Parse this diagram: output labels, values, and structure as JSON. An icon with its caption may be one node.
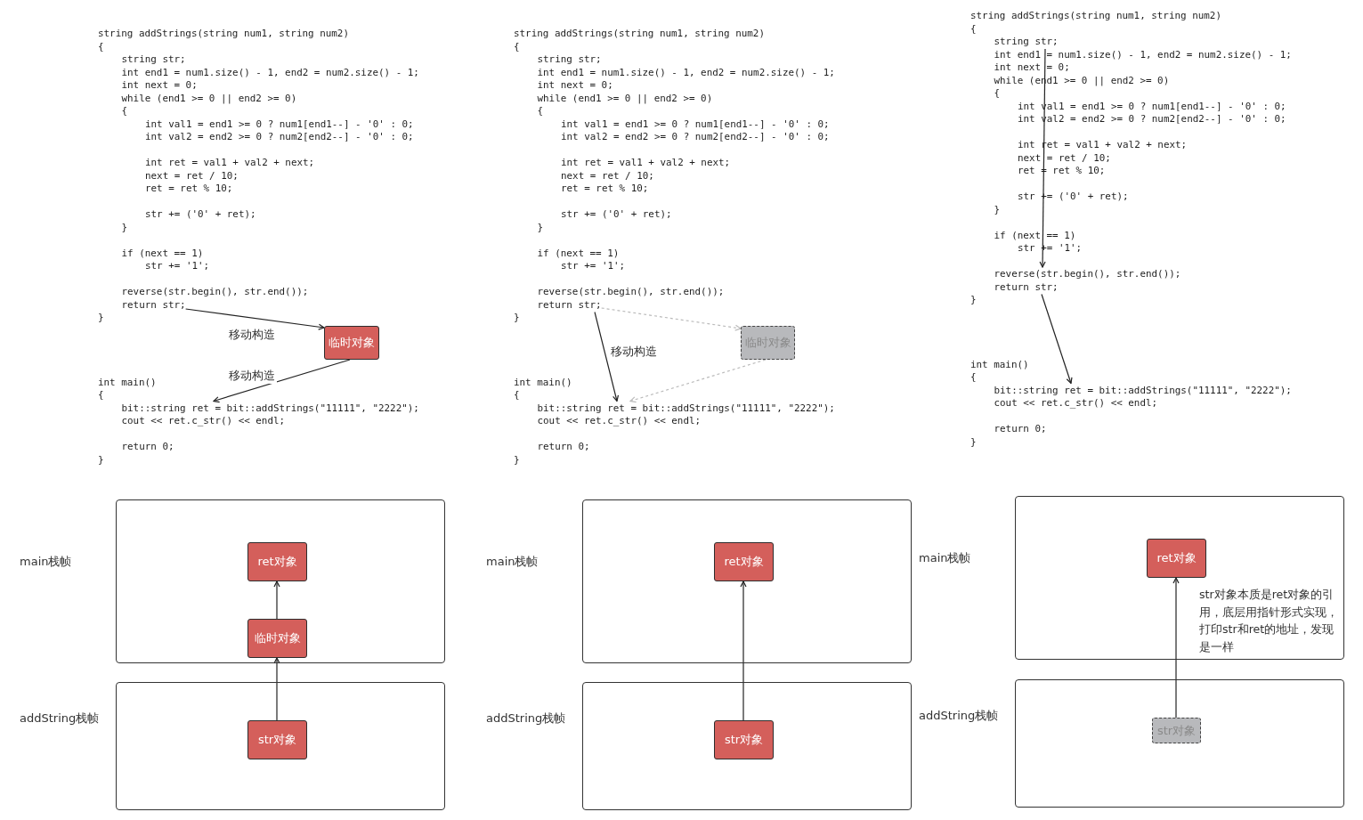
{
  "diagram": {
    "nodes": [
      {
        "text": [
          "return str;"
        ]
      },
      {
        "text": [
          "临时对象"
        ]
      },
      {
        "text": [
          "bit::string ret = bit::addStrings(\"11111\", \"2222\");"
        ]
      },
      {
        "text": [
          "return str;"
        ]
      },
      {
        "text": [
          "临时对象"
        ]
      },
      {
        "text": [
          "bit::string ret = bit::addStrings(\"11111\", \"2222\");"
        ]
      },
      {
        "text": [
          "string str;"
        ]
      },
      {
        "text": [
          "reverse(str.begin(), str.end());"
        ]
      },
      {
        "text": [
          "return str;"
        ]
      },
      {
        "text": [
          "bit::string ret = bit::addStrings(\"11111\", \"2222\");"
        ]
      },
      {
        "text": [],
        "shape": "box",
        "beside": [
          "main栈帧"
        ]
      },
      {
        "text": [],
        "shape": "box",
        "beside": [
          "addString栈帧"
        ]
      },
      {
        "text": [
          "ret对象"
        ],
        "in": 10
      },
      {
        "text": [
          "临时对象"
        ],
        "in": 10
      },
      {
        "text": [
          "str对象"
        ],
        "in": 11
      },
      {
        "text": [],
        "shape": "box",
        "beside": [
          "main栈帧"
        ]
      },
      {
        "text": [],
        "shape": "box",
        "beside": [
          "addString栈帧"
        ]
      },
      {
        "text": [
          "ret对象"
        ],
        "in": 15
      },
      {
        "text": [
          "str对象"
        ],
        "in": 16
      },
      {
        "text": [],
        "shape": "box",
        "beside": [
          "main栈帧"
        ]
      },
      {
        "text": [],
        "shape": "box",
        "beside": [
          "addString栈帧"
        ]
      },
      {
        "text": [
          "ret对象"
        ],
        "in": 19
      },
      {
        "text": [
          "str对象"
        ],
        "in": 20
      }
    ],
    "edges": [
      {
        "from": 0,
        "to": 1,
        "arrow": "to",
        "label": "移动构造"
      },
      {
        "from": 1,
        "to": 2,
        "arrow": "to",
        "label": "移动构造"
      },
      {
        "from": 3,
        "to": 4,
        "arrow": "to",
        "style": "dashed",
        "color": "#bbbbbb"
      },
      {
        "from": 4,
        "to": 5,
        "arrow": "to",
        "style": "dashed",
        "color": "#bbbbbb"
      },
      {
        "from": 3,
        "to": 5,
        "arrow": "to",
        "label": "移动构造"
      },
      {
        "from": 6,
        "to": 7,
        "arrow": "to"
      },
      {
        "from": 8,
        "to": 9,
        "arrow": "to"
      },
      {
        "from": 14,
        "to": 13,
        "arrow": "to"
      },
      {
        "from": 13,
        "to": 12,
        "arrow": "to"
      },
      {
        "from": 18,
        "to": 17,
        "arrow": "to"
      },
      {
        "from": 22,
        "to": 21,
        "arrow": "to"
      }
    ],
    "labels": [
      "string addStrings(string num1, string num2)",
      "{",
      "string str;",
      "int end1 = num1.size() - 1, end2 = num2.size() - 1;",
      "int next = 0;",
      "while (end1 >= 0 || end2 >= 0)",
      "{",
      "int val1 = end1 >= 0 ? num1[end1--] - '0' : 0;",
      "int val2 = end2 >= 0 ? num2[end2--] - '0' : 0;",
      "int ret = val1 + val2 + next;",
      "next = ret / 10;",
      "ret = ret % 10;",
      "str += ('0' + ret);",
      "}",
      "if (next == 1)",
      "str += '1';",
      "reverse(str.begin(), str.end());",
      "}",
      "int main()",
      "{",
      "cout << ret.c_str() << endl;",
      "return 0;",
      "}",
      "string addStrings(string num1, string num2)",
      "{",
      "string str;",
      "int end1 = num1.size() - 1, end2 = num2.size() - 1;",
      "int next = 0;",
      "while (end1 >= 0 || end2 >= 0)",
      "{",
      "int val1 = end1 >= 0 ? num1[end1--] - '0' : 0;",
      "int val2 = end2 >= 0 ? num2[end2--] - '0' : 0;",
      "int ret = val1 + val2 + next;",
      "next = ret / 10;",
      "ret = ret % 10;",
      "str += ('0' + ret);",
      "}",
      "if (next == 1)",
      "str += '1';",
      "reverse(str.begin(), str.end());",
      "}",
      "int main()",
      "{",
      "cout << ret.c_str() << endl;",
      "return 0;",
      "}",
      "string addStrings(string num1, string num2)",
      "{",
      "int end1 = num1.size() - 1, end2 = num2.size() - 1;",
      "int next = 0;",
      "while (end1 >= 0 || end2 >= 0)",
      "{",
      "int val1 = end1 >= 0 ? num1[end1--] - '0' : 0;",
      "int val2 = end2 >= 0 ? num2[end2--] - '0' : 0;",
      "int ret = val1 + val2 + next;",
      "next = ret / 10;",
      "ret = ret % 10;",
      "str += ('0' + ret);",
      "}",
      "if (next == 1)",
      "str += '1';",
      "}",
      "int main()",
      "{",
      "cout << ret.c_str() << endl;",
      "return 0;",
      "}",
      "str对象本质是ret对象的引用，底层用指针形式实现，打印str和ret的地址，发现是一样"
    ]
  }
}
